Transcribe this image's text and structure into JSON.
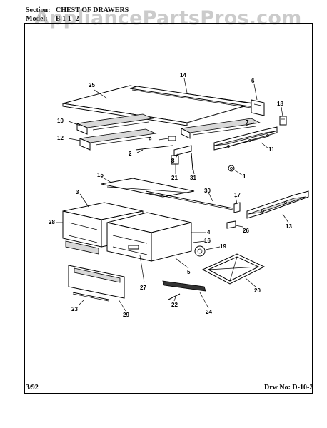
{
  "header": {
    "section_label": "Section:",
    "section_value": "CHEST OF DRAWERS",
    "model_label": "Model:",
    "model_value": "B 1 1 -2"
  },
  "watermark": "AppliancePartsPros.com",
  "callouts": [
    "25",
    "14",
    "6",
    "10",
    "18",
    "12",
    "9",
    "7",
    "2",
    "8",
    "11",
    "21",
    "31",
    "1",
    "15",
    "30",
    "3",
    "17",
    "28",
    "4",
    "13",
    "16",
    "26",
    "19",
    "5",
    "27",
    "20",
    "22",
    "23",
    "24",
    "29"
  ],
  "footer": {
    "date": "3/92",
    "drawing_number": "Drw No: D-10-2"
  }
}
